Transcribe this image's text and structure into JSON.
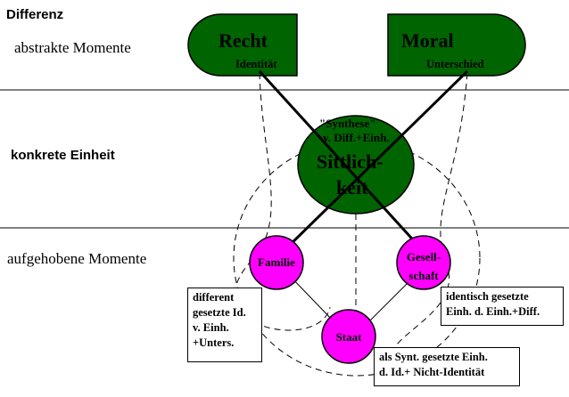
{
  "row_labels": {
    "differenz": "Differenz",
    "abstrakte": "abstrakte Momente",
    "konkrete": "konkrete Einheit",
    "aufgehobene": "aufgehobene Momente"
  },
  "recht": {
    "title": "Recht",
    "sub": "Identität"
  },
  "moral": {
    "title": "Moral",
    "sub": "Unterschied"
  },
  "sittlichkeit": {
    "line1": "Sittlich-",
    "line2": "keit",
    "note1": "\"Synthese\"",
    "note2": "v. Diff.+Einh."
  },
  "familie": {
    "label": "Familie"
  },
  "gesellschaft": {
    "line1": "Gesell-",
    "line2": "schaft"
  },
  "staat": {
    "label": "Staat"
  },
  "box_familie": {
    "l1": "different",
    "l2": "gesetzte Id.",
    "l3": "v. Einh.",
    "l4": "+Unters."
  },
  "box_gesellschaft": {
    "l1": "identisch gesetzte",
    "l2": "Einh. d. Einh.+Diff."
  },
  "box_staat": {
    "l1": "als Synt. gesetzte Einh.",
    "l2": "d. Id.+ Nicht-Identität"
  },
  "colors": {
    "green": "#006400",
    "magenta": "#ff00ff"
  }
}
